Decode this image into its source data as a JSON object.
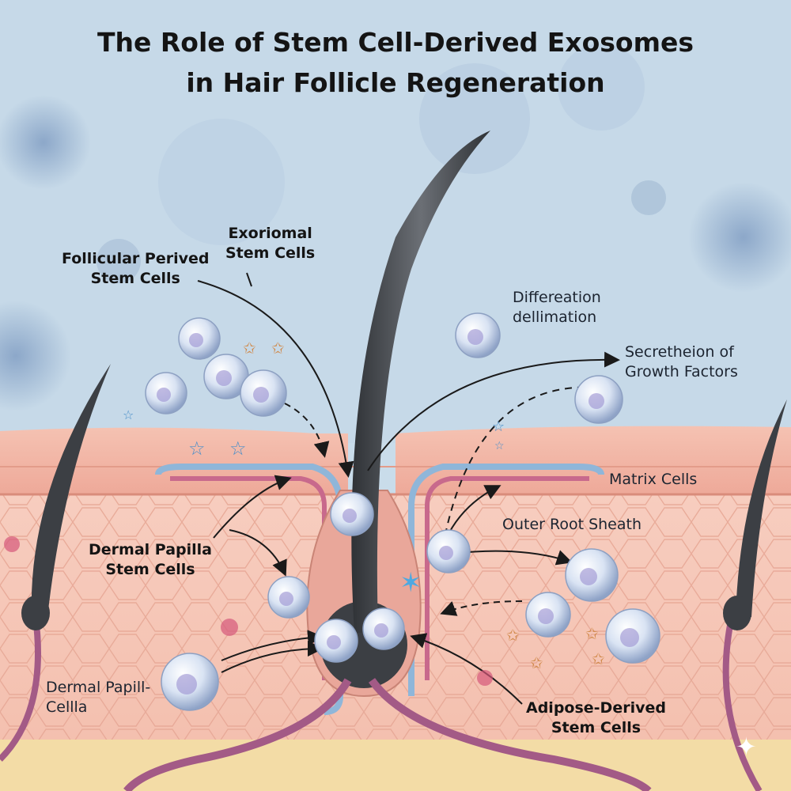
{
  "title": {
    "line1": "The Role of Stem Cell-Derived Exosomes",
    "line2": "in Hair Follicle Regeneration"
  },
  "labels": {
    "follicular": {
      "line1": "Follicular Perived",
      "line2": "Stem Cells"
    },
    "exorional": {
      "line1": "Exoriomal",
      "line2": "Stem Cells"
    },
    "differeation": {
      "line1": "Differeation",
      "line2": "dellimation"
    },
    "secretion": {
      "line1": "Secretheion of",
      "line2": "Growth Factors"
    },
    "matrix": {
      "line1": "Matrix Cells"
    },
    "outer_root": {
      "line1": "Outer Root Sheath"
    },
    "dermal_papilla_stem": {
      "line1": "Dermal Papilla",
      "line2": "Stem Cells"
    },
    "dermal_papill_cella": {
      "line1": "Dermal Papill-",
      "line2": "Cellla"
    },
    "adipose": {
      "line1": "Adipose-Derived",
      "line2": "Stem Cells"
    }
  },
  "colors": {
    "background": "#c9dcea",
    "skin_surface": "#f2b6a8",
    "dermis": "#f6c9bb",
    "fat_layer": "#f3dca6",
    "hair_shaft": "#4a4d52",
    "blood_vessel": "#a35a86",
    "exosome": "#cfdcf0",
    "arrow": "#1a1a1a"
  },
  "icons": [
    "exosome-icon",
    "star-icon",
    "hair-icon",
    "blood-vessel-icon",
    "sparkle-icon"
  ]
}
